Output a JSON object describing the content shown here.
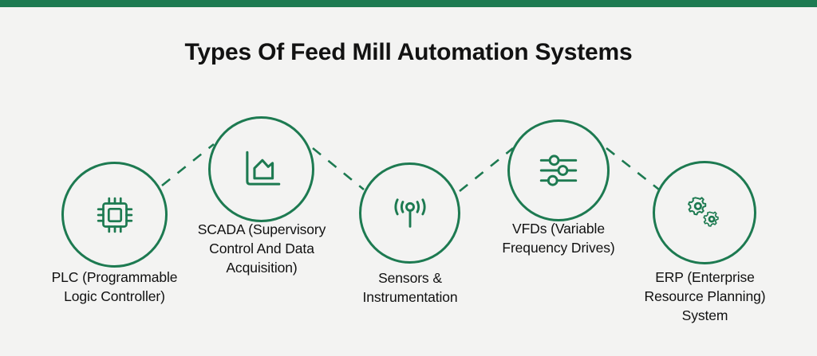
{
  "page": {
    "background_color": "#f3f3f2",
    "accent_color": "#1d7a51",
    "text_color": "#111111"
  },
  "topbar": {
    "color": "#1d7a51"
  },
  "header": {
    "title": "Types Of Feed Mill Automation Systems"
  },
  "diagram": {
    "nodes": [
      {
        "id": "plc",
        "icon": "microchip-icon",
        "label_lines": [
          "PLC (Programmable",
          "Logic Controller)"
        ],
        "label": "PLC (Programmable Logic Controller)"
      },
      {
        "id": "scada",
        "icon": "area-chart-icon",
        "label_lines": [
          "SCADA (Supervisory",
          "Control And Data",
          "Acquisition)"
        ],
        "label": "SCADA (Supervisory Control And Data Acquisition)"
      },
      {
        "id": "sensors",
        "icon": "signal-antenna-icon",
        "label_lines": [
          "Sensors &",
          "Instrumentation"
        ],
        "label": "Sensors & Instrumentation"
      },
      {
        "id": "vfds",
        "icon": "sliders-icon",
        "label_lines": [
          "VFDs (Variable",
          "Frequency Drives)"
        ],
        "label": "VFDs (Variable Frequency Drives)"
      },
      {
        "id": "erp",
        "icon": "gears-icon",
        "label_lines": [
          "ERP (Enterprise",
          "Resource Planning)",
          "System"
        ],
        "label": "ERP (Enterprise Resource Planning) System"
      }
    ],
    "connectors": [
      {
        "from": "plc",
        "to": "scada",
        "style": "dashed"
      },
      {
        "from": "scada",
        "to": "sensors",
        "style": "dashed"
      },
      {
        "from": "sensors",
        "to": "vfds",
        "style": "dashed"
      },
      {
        "from": "vfds",
        "to": "erp",
        "style": "dashed"
      }
    ]
  }
}
